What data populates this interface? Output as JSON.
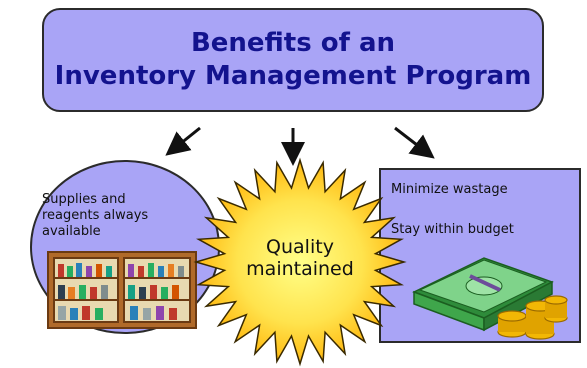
{
  "title": {
    "line1": "Benefits of an",
    "line2": "Inventory Management Program"
  },
  "left": {
    "text_line1": "Supplies and",
    "text_line2": "reagents always",
    "text_line3": "available",
    "image_icon": "cabinet-shelves-icon"
  },
  "center": {
    "line1": "Quality",
    "line2": "maintained",
    "icon": "starburst-icon"
  },
  "right": {
    "item1": "Minimize wastage",
    "item2": "Stay within budget",
    "image_icon": "money-stack-coins-icon"
  },
  "colors": {
    "panel_fill": "#a9a4f6",
    "title_text": "#13138e",
    "burst_outer": "#ffb800",
    "burst_inner": "#ffff66"
  }
}
